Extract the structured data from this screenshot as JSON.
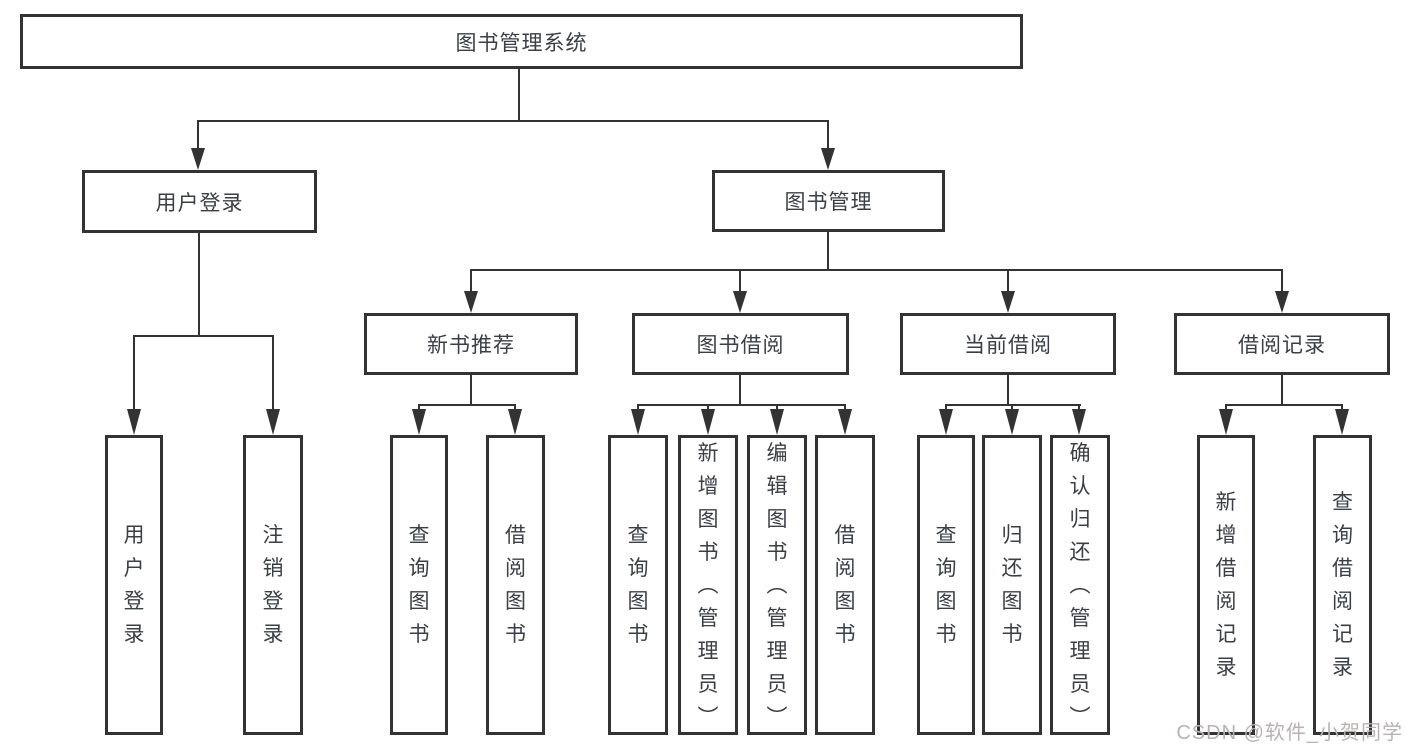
{
  "tree": {
    "root": {
      "label": "图书管理系统",
      "children": [
        {
          "label": "用户登录",
          "children": [
            {
              "label": "用户登录"
            },
            {
              "label": "注销登录"
            }
          ]
        },
        {
          "label": "图书管理",
          "children": [
            {
              "label": "新书推荐",
              "children": [
                {
                  "label": "查询图书"
                },
                {
                  "label": "借阅图书"
                }
              ]
            },
            {
              "label": "图书借阅",
              "children": [
                {
                  "label": "查询图书"
                },
                {
                  "label": "新增图书（管理员）"
                },
                {
                  "label": "编辑图书（管理员）"
                },
                {
                  "label": "借阅图书"
                }
              ]
            },
            {
              "label": "当前借阅",
              "children": [
                {
                  "label": "查询图书"
                },
                {
                  "label": "归还图书"
                },
                {
                  "label": "确认归还（管理员）"
                }
              ]
            },
            {
              "label": "借阅记录",
              "children": [
                {
                  "label": "新增借阅记录"
                },
                {
                  "label": "查询借阅记录"
                }
              ]
            }
          ]
        }
      ]
    }
  },
  "watermark": {
    "text": "CSDN @软件_小贺同学"
  },
  "colors": {
    "line": "#333333",
    "text": "#3a3f47",
    "watermark": "#b8b2b2"
  }
}
